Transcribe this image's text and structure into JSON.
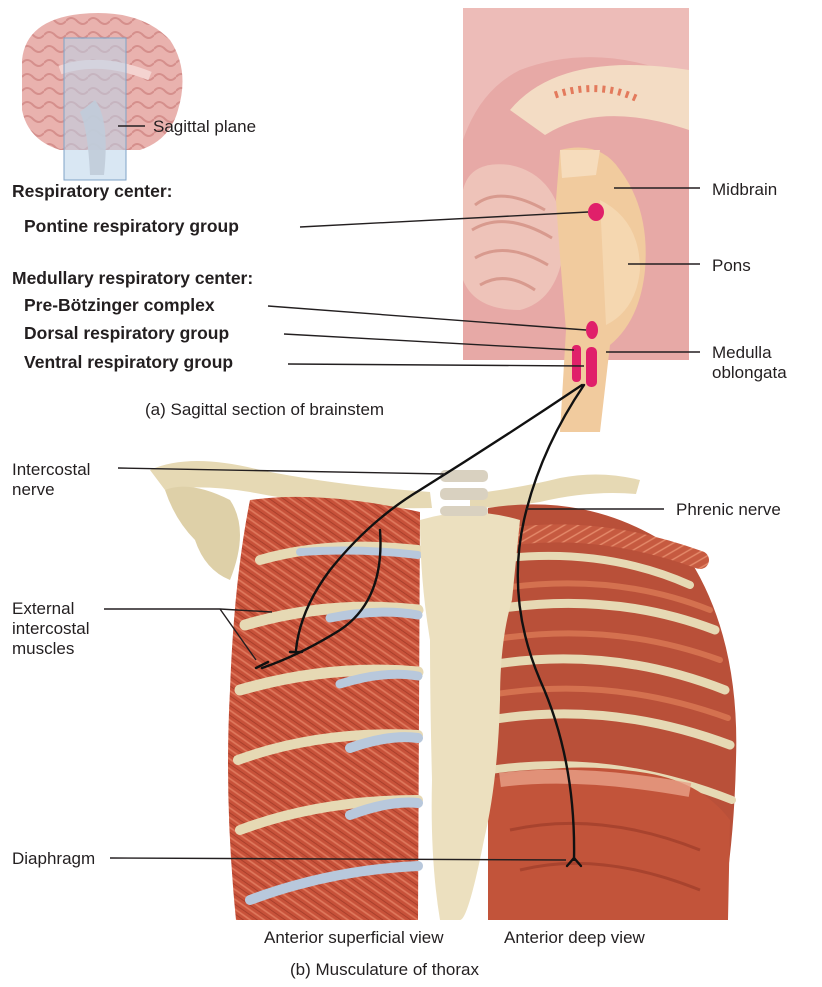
{
  "inset": {
    "plane_label": "Sagittal plane"
  },
  "panel_a": {
    "respiratory_center_heading": "Respiratory center:",
    "pontine_group": "Pontine respiratory group",
    "medullary_heading": "Medullary respiratory center:",
    "pre_botzinger": "Pre-Bötzinger complex",
    "dorsal_group": "Dorsal respiratory group",
    "ventral_group": "Ventral respiratory group",
    "midbrain": "Midbrain",
    "pons": "Pons",
    "medulla_line1": "Medulla",
    "medulla_line2": "oblongata",
    "caption": "(a) Sagittal section of brainstem"
  },
  "panel_b": {
    "intercostal_nerve_line1": "Intercostal",
    "intercostal_nerve_line2": "nerve",
    "phrenic_nerve": "Phrenic nerve",
    "external_line1": "External",
    "external_line2": "intercostal",
    "external_line3": "muscles",
    "diaphragm": "Diaphragm",
    "superficial_view": "Anterior superficial view",
    "deep_view": "Anterior deep view",
    "caption": "(b) Musculature of thorax"
  },
  "colors": {
    "muscle": "#c8523a",
    "bone": "#e6d9b4",
    "brain_pink": "#eab3b0",
    "brainstem": "#f0c89a",
    "respiratory_group": "#e0206a",
    "cartilage": "#b8c8dc"
  }
}
